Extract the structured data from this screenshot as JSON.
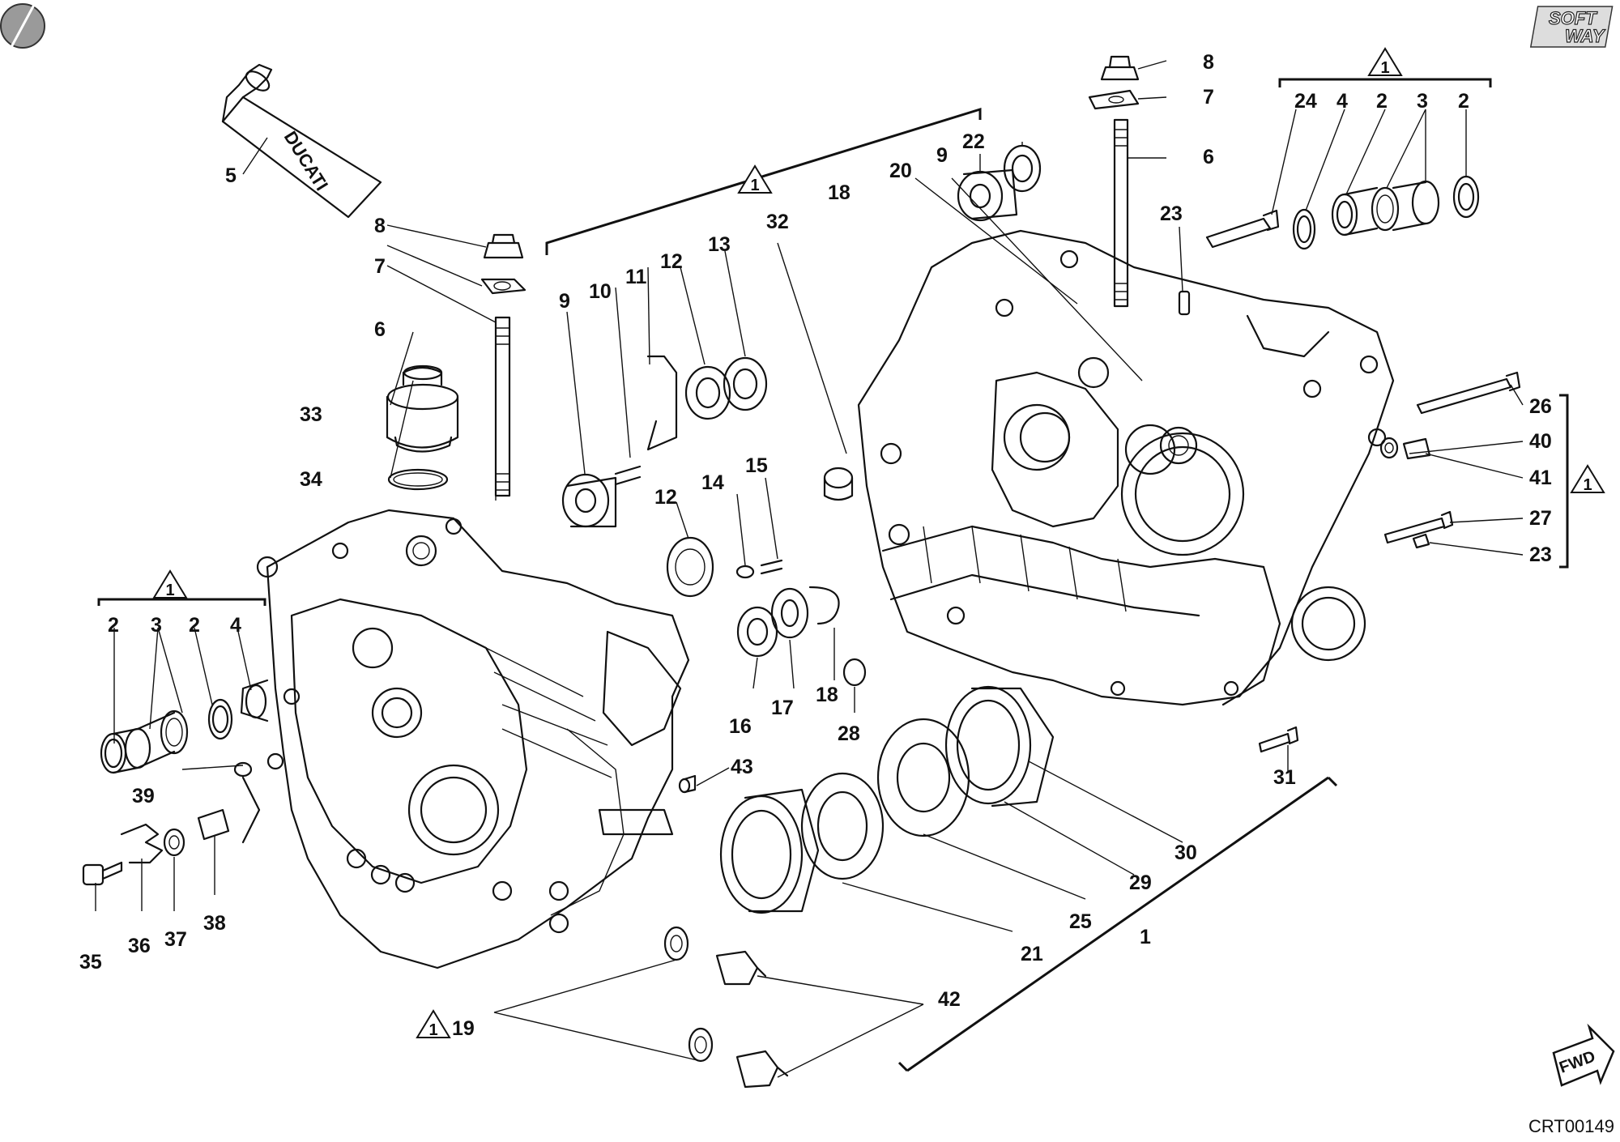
{
  "diagram": {
    "code": "CRT00149",
    "fwd_label": "FWD",
    "tube_text": "DUCATI",
    "brand_logo": [
      "SOFT",
      "WAY"
    ],
    "group_marker": "1",
    "labels": {
      "l5": "5",
      "l8a": "8",
      "l7a": "7",
      "l6a": "6",
      "l33": "33",
      "l34": "34",
      "lg_left": "1",
      "l2a": "2",
      "l3a": "3",
      "l2b": "2",
      "l4a": "4",
      "l39": "39",
      "l35": "35",
      "l36": "36",
      "l37": "37",
      "l38": "38",
      "lg_mid": "1",
      "l9a": "9",
      "l10": "10",
      "l11": "11",
      "l12a": "12",
      "l13": "13",
      "l32": "32",
      "l12b": "12",
      "l14": "14",
      "l15": "15",
      "l16": "16",
      "l17": "17",
      "l18a": "18",
      "l28": "28",
      "l43": "43",
      "l21": "21",
      "l25": "25",
      "l29": "29",
      "l30": "30",
      "l19": "19",
      "l42": "42",
      "l1": "1",
      "l18b": "18",
      "l20": "20",
      "l9b": "9",
      "l22": "22",
      "l8b": "8",
      "l7b": "7",
      "l6b": "6",
      "l23a": "23",
      "lg_right": "1",
      "l24": "24",
      "l4b": "4",
      "l2c": "2",
      "l3b": "3",
      "l2d": "2",
      "l26": "26",
      "l40": "40",
      "l41": "41",
      "l27": "27",
      "l23b": "23",
      "lg_side": "1",
      "l31": "31"
    }
  }
}
